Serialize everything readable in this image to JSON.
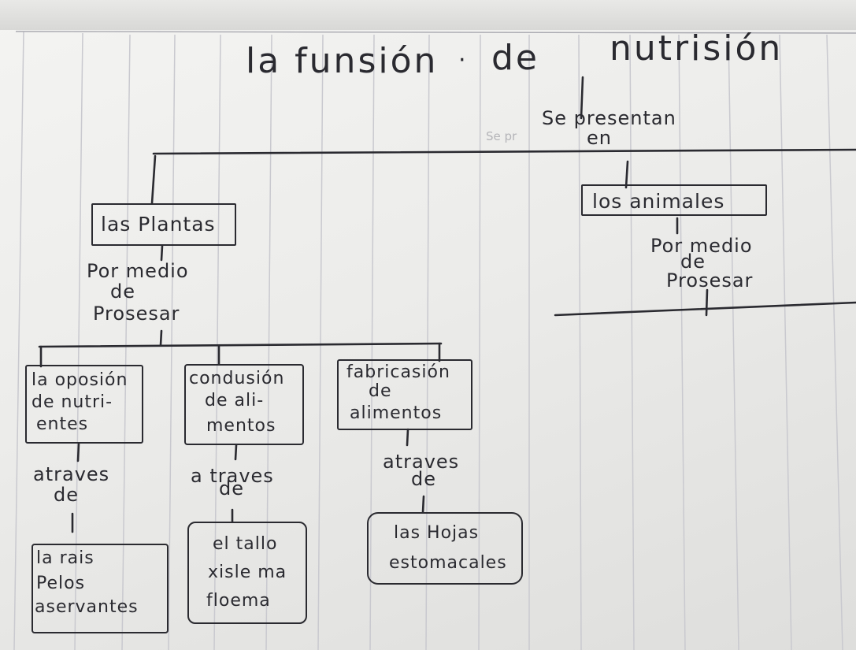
{
  "title": {
    "left": "la funsión",
    "dot": "·",
    "de": "de",
    "right": "nutrisión"
  },
  "root_link": {
    "line1": "Se presentan",
    "line2": "en",
    "faint": "Se pr"
  },
  "plants": {
    "label": "las Plantas",
    "link": [
      "Por medio",
      "de",
      "Prosesar"
    ],
    "branches": [
      {
        "label": [
          "la oposión",
          "de nutri-",
          "entes"
        ],
        "link": [
          "atraves",
          "de"
        ],
        "leaf": [
          "la rais",
          "Pelos",
          "aservantes"
        ]
      },
      {
        "label": [
          "condusión",
          "de ali-",
          "mentos"
        ],
        "link": [
          "a traves",
          "de"
        ],
        "leaf": [
          "el tallo",
          "xisle ma",
          "floema"
        ]
      },
      {
        "label": [
          "fabricasión",
          "de",
          "alimentos"
        ],
        "link": [
          "atraves",
          "de"
        ],
        "leaf": [
          "las Hojas",
          "estomacales"
        ]
      }
    ]
  },
  "animals": {
    "label": "los animales",
    "link": [
      "Por medio",
      "de",
      "Prosesar"
    ]
  }
}
